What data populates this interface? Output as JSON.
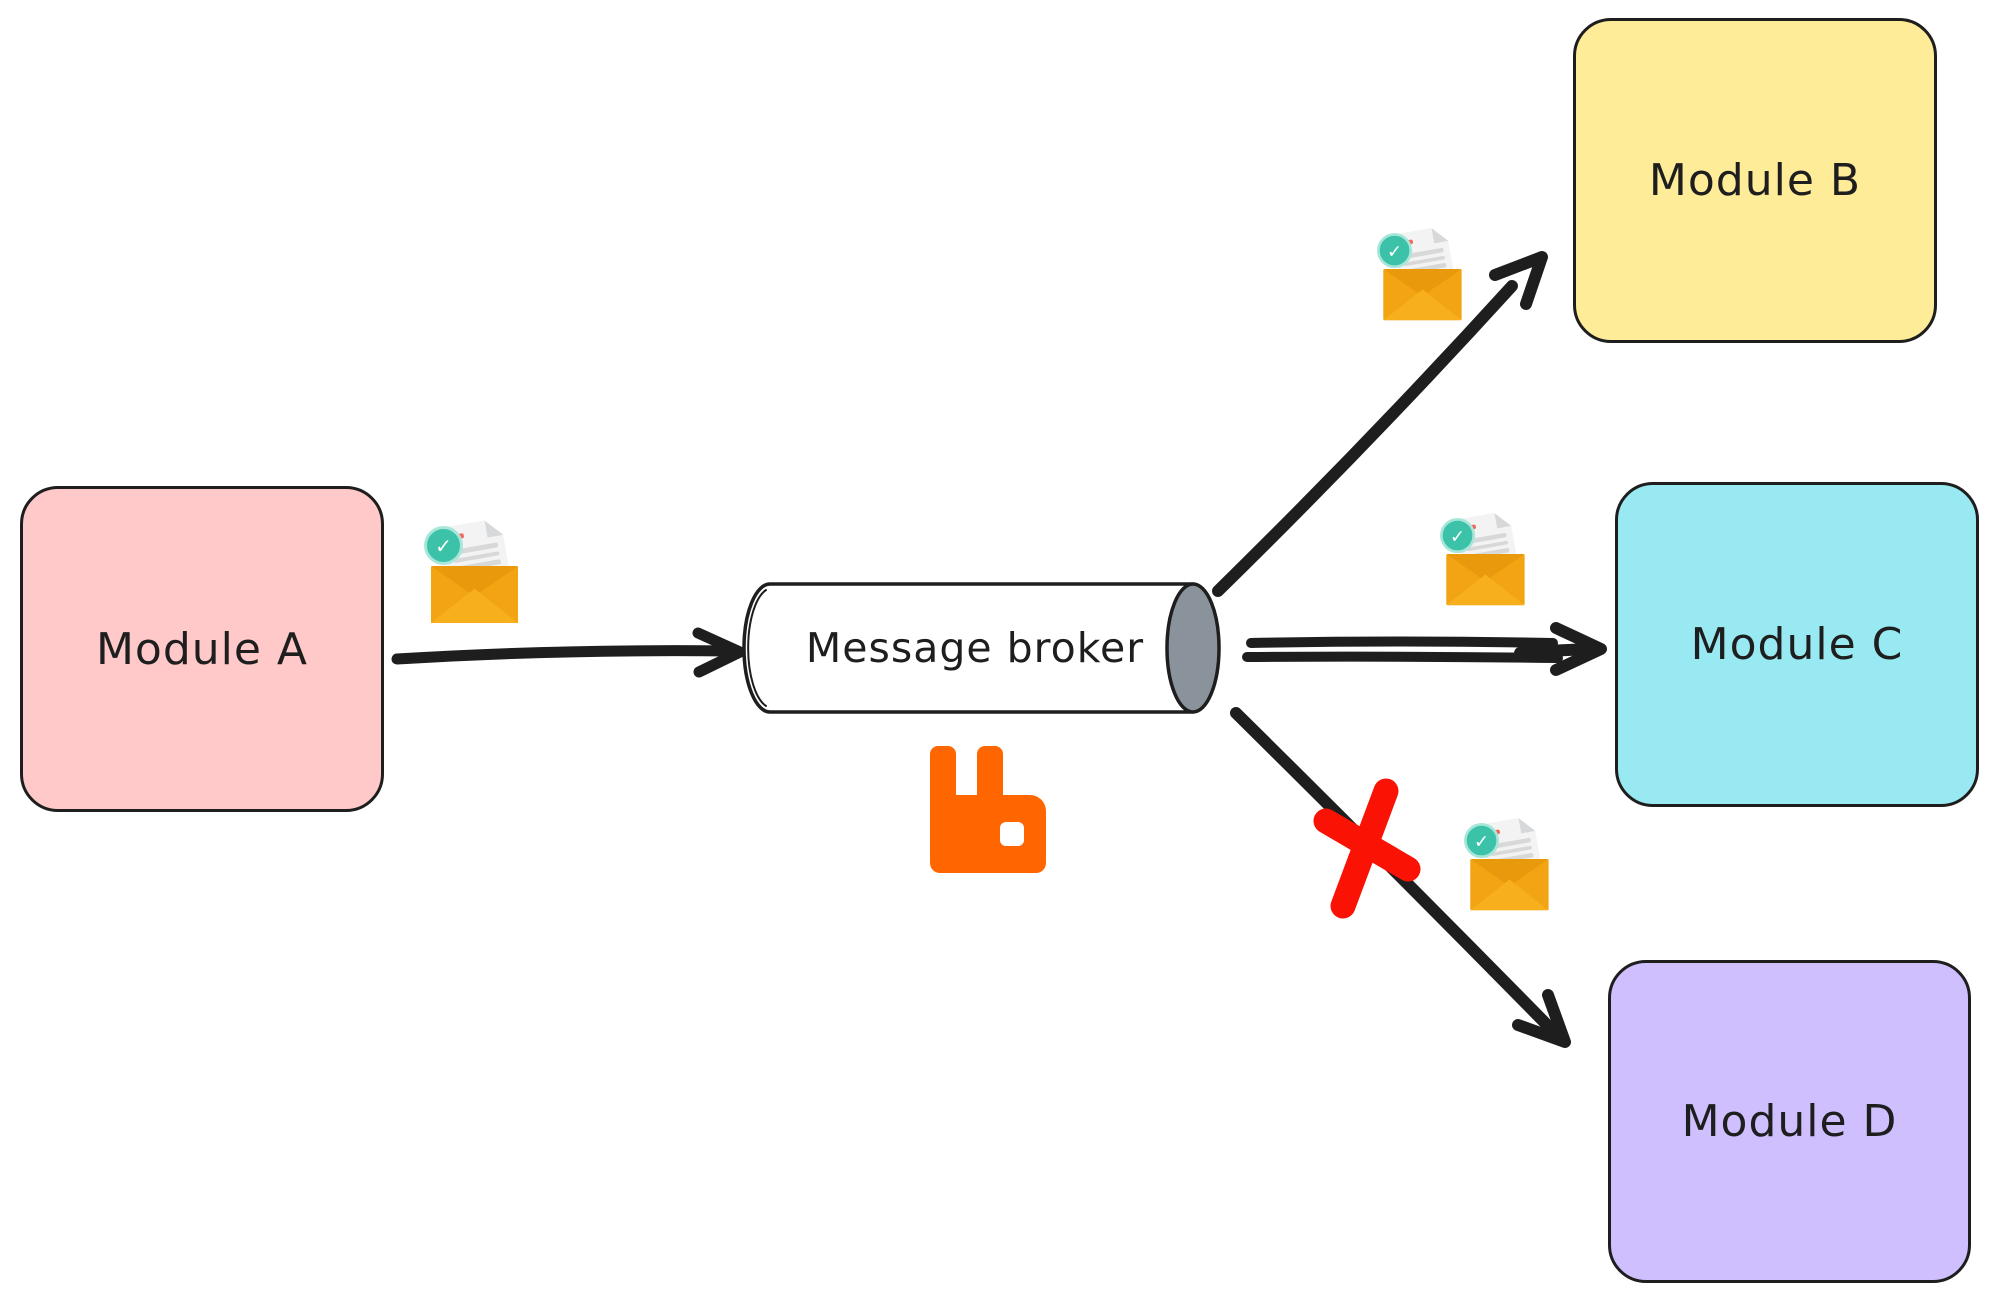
{
  "nodes": {
    "module_a": {
      "label": "Module A",
      "fill": "#ffc9c9",
      "shape": "rounded-rectangle"
    },
    "broker": {
      "label": "Message broker",
      "fill": "#ffffff",
      "cap_fill": "#8a939c",
      "shape": "horizontal-cylinder"
    },
    "module_b": {
      "label": "Module B",
      "fill": "#ffec99",
      "shape": "rounded-rectangle"
    },
    "module_c": {
      "label": "Module C",
      "fill": "#99e9f2",
      "shape": "rounded-rectangle"
    },
    "module_d": {
      "label": "Module D",
      "fill": "#d0bfff",
      "shape": "rounded-rectangle"
    }
  },
  "edges": [
    {
      "from": "Module A",
      "to": "Message broker",
      "type": "single-arrow",
      "annotation": "delivered-mail-icon"
    },
    {
      "from": "Message broker",
      "to": "Module B",
      "type": "single-arrow",
      "annotation": "delivered-mail-icon"
    },
    {
      "from": "Message broker",
      "to": "Module C",
      "type": "double-line-arrow",
      "annotation": "delivered-mail-icon"
    },
    {
      "from": "Message broker",
      "to": "Module D",
      "type": "single-arrow",
      "annotation": "delivered-mail-icon",
      "blocked": true,
      "blocked_marker": "red-cross"
    }
  ],
  "icons": {
    "check_glyph": "✓",
    "mail_icon": "open-envelope-with-checked-document",
    "blocked_icon": "red-cross-mark",
    "broker_logo": "rabbitmq-rabbit-logo"
  },
  "colors": {
    "stroke": "#1e1e1e",
    "module_a_fill": "#ffc9c9",
    "module_b_fill": "#ffec99",
    "module_c_fill": "#99e9f2",
    "module_d_fill": "#d0bfff",
    "cylinder_cap": "#8a939c",
    "rabbitmq_orange": "#ff6600",
    "envelope_amber": "#f2a413",
    "check_teal": "#3cc2a9",
    "blocked_red": "#fa1205"
  }
}
